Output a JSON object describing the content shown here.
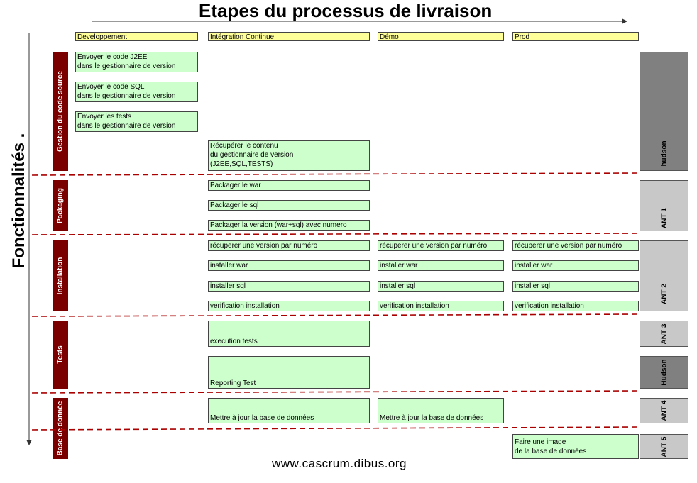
{
  "title": "Etapes du processus de livraison",
  "y_axis_label": "Fonctionnalités .",
  "footer": "www.cascrum.dibus.org",
  "stages": [
    "Developpement",
    "Intégration Continue",
    "Démo",
    "Prod"
  ],
  "categories": [
    "Gestion du code source",
    "Packaging",
    "Installation",
    "Tests",
    "Base de donnée"
  ],
  "tasks": {
    "src_j2ee": "Envoyer le code J2EE\ndans le gestionnaire de version",
    "src_sql": "Envoyer le code SQL\ndans le gestionnaire de version",
    "src_tests": "Envoyer les tests\ndans le gestionnaire de version",
    "src_fetch": "Récupérer le contenu\ndu gestionnaire de version\n(J2EE,SQL,TESTS)",
    "pkg_war": "Packager le war",
    "pkg_sql": "Packager le sql",
    "pkg_version": "Packager la version (war+sql) avec numero",
    "inst_recup": "récuperer une version par numéro",
    "inst_war": "installer war",
    "inst_sql": "installer sql",
    "inst_verif": "verification installation",
    "test_exec": "execution tests",
    "test_report": "Reporting Test",
    "db_update": "Mettre à jour la base de données",
    "db_image": "Faire une image\nde la base de données"
  },
  "tools": [
    "hudson",
    "ANT 1",
    "ANT 2",
    "ANT 3",
    "Hudson",
    "ANT 4",
    "ANT 5"
  ],
  "colors": {
    "stage_fill": "#ffff99",
    "task_fill": "#ccffcc",
    "category_fill": "#7a0000",
    "separator": "#aa0000",
    "tool_dark": "#808080",
    "tool_light": "#c8c8c8"
  }
}
